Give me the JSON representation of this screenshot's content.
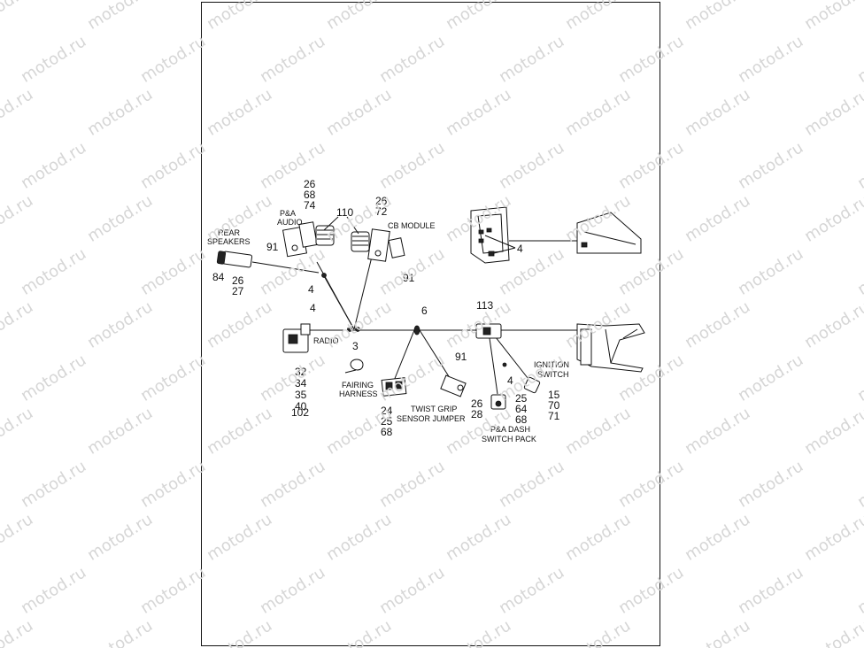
{
  "watermark": "motod.ru",
  "labels": {
    "rear_speakers": [
      "REAR",
      "SPEAKERS"
    ],
    "pa_audio": [
      "P&A",
      "AUDIO"
    ],
    "cb_module": "CB MODULE",
    "radio": "RADIO",
    "fairing_harness": [
      "FAIRING",
      "HARNESS"
    ],
    "twist_grip": [
      "TWIST GRIP",
      "SENSOR JUMPER"
    ],
    "pa_dash": [
      "P&A DASH",
      "SWITCH PACK"
    ],
    "ignition_switch": [
      "IGNITION",
      "SWITCH"
    ]
  },
  "callouts": {
    "pa_audio_refs": [
      "26",
      "68",
      "74"
    ],
    "c110": "110",
    "cb_refs": [
      "26",
      "72"
    ],
    "c91_left": "91",
    "c91_right": "91",
    "c91_mid": "91",
    "c84": "84",
    "speaker_refs": [
      "26",
      "27"
    ],
    "c4_speaker": "4",
    "c4_radio": "4",
    "c4_cb": "4",
    "c4_dash": "4",
    "c3": "3",
    "c6": "6",
    "c113": "113",
    "radio_refs": [
      "32",
      "34",
      "35",
      "40",
      "102"
    ],
    "fairing_conn_refs": [
      "24",
      "25",
      "68"
    ],
    "twist_refs": [
      "26",
      "28"
    ],
    "dash_refs": [
      "25",
      "64",
      "68"
    ],
    "ignition_refs": [
      "15",
      "70",
      "71"
    ]
  }
}
